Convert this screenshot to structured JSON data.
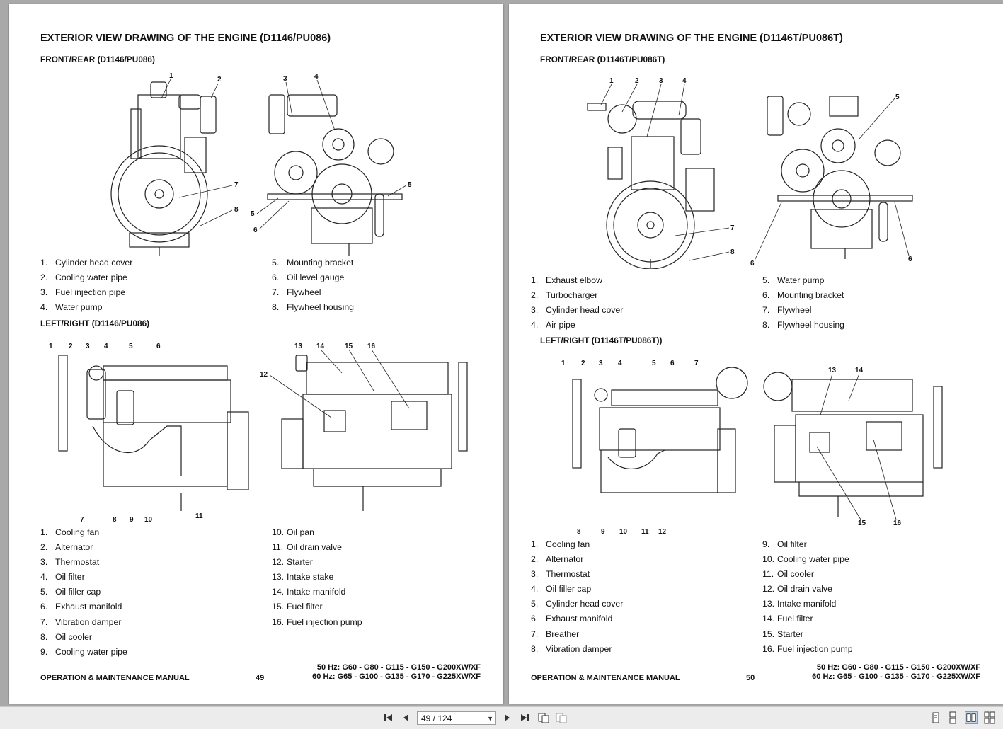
{
  "left_page": {
    "title": "EXTERIOR VIEW DRAWING OF THE ENGINE (D1146/PU086)",
    "front_rear_heading": "FRONT/REAR (D1146/PU086)",
    "front_left_callouts": [
      "1",
      "2",
      "7",
      "8"
    ],
    "front_right_callouts": [
      "3",
      "4",
      "5",
      "5",
      "6"
    ],
    "front_rear_legend_col1": [
      {
        "num": "1.",
        "label": "Cylinder head cover"
      },
      {
        "num": "2.",
        "label": "Cooling water pipe"
      },
      {
        "num": "3.",
        "label": "Fuel injection pipe"
      },
      {
        "num": "4.",
        "label": "Water pump"
      }
    ],
    "front_rear_legend_col2": [
      {
        "num": "5.",
        "label": "Mounting bracket"
      },
      {
        "num": "6.",
        "label": "Oil level gauge"
      },
      {
        "num": "7.",
        "label": "Flywheel"
      },
      {
        "num": "8.",
        "label": "Flywheel housing"
      }
    ],
    "left_right_heading": "LEFT/RIGHT (D1146/PU086)",
    "side_left_callouts": [
      "1",
      "2",
      "3",
      "4",
      "5",
      "6",
      "7",
      "8",
      "9",
      "10",
      "11"
    ],
    "side_right_callouts": [
      "12",
      "13",
      "14",
      "15",
      "16"
    ],
    "left_right_legend_col1": [
      {
        "num": "1.",
        "label": "Cooling fan"
      },
      {
        "num": "2.",
        "label": "Alternator"
      },
      {
        "num": "3.",
        "label": "Thermostat"
      },
      {
        "num": "4.",
        "label": "Oil filter"
      },
      {
        "num": "5.",
        "label": "Oil filler cap"
      },
      {
        "num": "6.",
        "label": "Exhaust manifold"
      },
      {
        "num": "7.",
        "label": "Vibration damper"
      },
      {
        "num": "8.",
        "label": "Oil cooler"
      },
      {
        "num": "9.",
        "label": "Cooling water pipe"
      }
    ],
    "left_right_legend_col2": [
      {
        "num": "10.",
        "label": "Oil pan"
      },
      {
        "num": "11.",
        "label": "Oil drain valve"
      },
      {
        "num": "12.",
        "label": "Starter"
      },
      {
        "num": "13.",
        "label": "Intake stake"
      },
      {
        "num": "14.",
        "label": "Intake manifold"
      },
      {
        "num": "15.",
        "label": "Fuel filter"
      },
      {
        "num": "16.",
        "label": "Fuel injection pump"
      }
    ],
    "footer_manual": "OPERATION & MAINTENANCE MANUAL",
    "page_number": "49",
    "models_50hz": "50 Hz: G60 - G80 - G115 - G150 - G200XW/XF",
    "models_60hz": "60 Hz: G65 - G100 - G135 - G170 - G225XW/XF"
  },
  "right_page": {
    "title": "EXTERIOR VIEW DRAWING OF THE ENGINE (D1146T/PU086T)",
    "front_rear_heading": "FRONT/REAR (D1146T/PU086T)",
    "front_left_callouts": [
      "1",
      "2",
      "3",
      "4",
      "7",
      "8"
    ],
    "front_right_callouts": [
      "5",
      "6",
      "6"
    ],
    "front_rear_legend_col1": [
      {
        "num": "1.",
        "label": "Exhaust elbow"
      },
      {
        "num": "2.",
        "label": "Turbocharger"
      },
      {
        "num": "3.",
        "label": "Cylinder head cover"
      },
      {
        "num": "4.",
        "label": "Air pipe"
      }
    ],
    "front_rear_legend_col2": [
      {
        "num": "5.",
        "label": "Water pump"
      },
      {
        "num": "6.",
        "label": "Mounting bracket"
      },
      {
        "num": "7.",
        "label": "Flywheel"
      },
      {
        "num": "8.",
        "label": "Flywheel housing"
      }
    ],
    "left_right_heading": "LEFT/RIGHT (D1146T/PU086T))",
    "side_left_callouts": [
      "1",
      "2",
      "3",
      "4",
      "5",
      "6",
      "7",
      "8",
      "9",
      "10",
      "11",
      "12"
    ],
    "side_right_callouts": [
      "13",
      "14",
      "15",
      "16"
    ],
    "left_right_legend_col1": [
      {
        "num": "1.",
        "label": "Cooling fan"
      },
      {
        "num": "2.",
        "label": "Alternator"
      },
      {
        "num": "3.",
        "label": "Thermostat"
      },
      {
        "num": "4.",
        "label": "Oil filler cap"
      },
      {
        "num": "5.",
        "label": "Cylinder head cover"
      },
      {
        "num": "6.",
        "label": "Exhaust manifold"
      },
      {
        "num": "7.",
        "label": "Breather"
      },
      {
        "num": "8.",
        "label": "Vibration damper"
      }
    ],
    "left_right_legend_col2": [
      {
        "num": "9.",
        "label": "Oil filter"
      },
      {
        "num": "10.",
        "label": "Cooling water pipe"
      },
      {
        "num": "11.",
        "label": "Oil cooler"
      },
      {
        "num": "12.",
        "label": "Oil drain valve"
      },
      {
        "num": "13.",
        "label": "Intake manifold"
      },
      {
        "num": "14.",
        "label": "Fuel filter"
      },
      {
        "num": "15.",
        "label": "Starter"
      },
      {
        "num": "16.",
        "label": "Fuel injection pump"
      }
    ],
    "footer_manual": "OPERATION & MAINTENANCE MANUAL",
    "page_number": "50",
    "models_50hz": "50 Hz: G60 - G80 - G115 - G150 - G200XW/XF",
    "models_60hz": "60 Hz: G65 - G100 - G135 - G170 - G225XW/XF"
  },
  "toolbar": {
    "page_indicator": "49 / 124",
    "icons": [
      "first-page-icon",
      "previous-page-icon",
      "next-page-icon",
      "last-page-icon",
      "rotate-icon",
      "duplicate-icon",
      "single-page-view-icon",
      "continuous-view-icon",
      "two-page-view-icon",
      "two-page-continuous-view-icon"
    ],
    "active_view": "two-page-view"
  }
}
